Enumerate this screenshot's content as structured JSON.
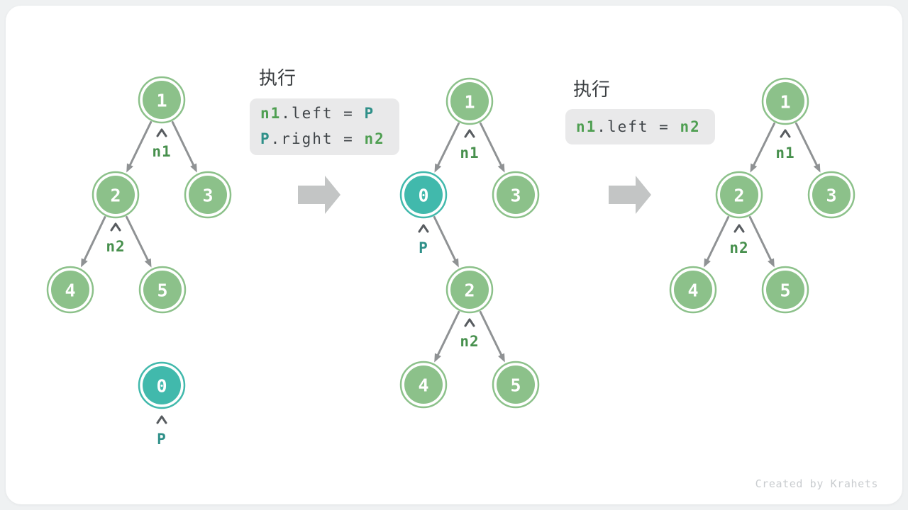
{
  "diagram": {
    "exec1": {
      "title": "执行",
      "line1": {
        "t1": "n1",
        "t2": ".left = ",
        "t3": "P"
      },
      "line2": {
        "t1": "P",
        "t2": ".right = ",
        "t3": "n2"
      }
    },
    "exec2": {
      "title": "执行",
      "line1": {
        "t1": "n1",
        "t2": ".left = ",
        "t3": "n2"
      }
    },
    "tree_left": {
      "node1": "1",
      "node2": "2",
      "node3": "3",
      "node4": "4",
      "node5": "5",
      "node0": "0",
      "label_n1": "n1",
      "label_n2": "n2",
      "label_p": "P"
    },
    "tree_middle": {
      "node1": "1",
      "node0": "0",
      "node3": "3",
      "node2": "2",
      "node4": "4",
      "node5": "5",
      "label_n1": "n1",
      "label_p": "P",
      "label_n2": "n2"
    },
    "tree_right": {
      "node1": "1",
      "node2": "2",
      "node3": "3",
      "node4": "4",
      "node5": "5",
      "label_n1": "n1",
      "label_n2": "n2"
    },
    "watermark": "Created by Krahets"
  },
  "colors": {
    "node_green": "#8cc18a",
    "node_teal": "#41b9ac",
    "edge_gray": "#8f9294",
    "label_green": "#47904d",
    "label_teal": "#2f9089",
    "code_green": "#4f9f52",
    "code_teal": "#2f9089",
    "code_text": "#3f4448",
    "code_background": "#e9e9ea",
    "flow_arrow_gray": "#c3c5c5",
    "card_background": "#ffffff",
    "page_background": "#eff1f2"
  }
}
